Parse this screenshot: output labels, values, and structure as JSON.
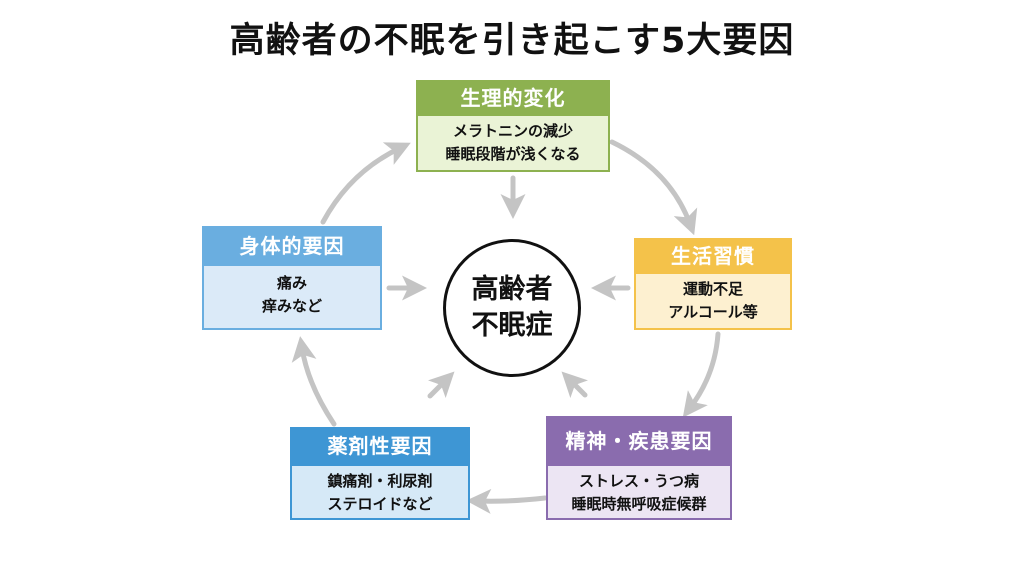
{
  "title": "高齢者の不眠を引き起こす5大要因",
  "center": {
    "lines": [
      "高齢者",
      "不眠症"
    ]
  },
  "factors": [
    {
      "id": "physiological",
      "header": "生理的変化",
      "lines": [
        "メラトニンの減少",
        "睡眠段階が浅くなる"
      ],
      "color": "#8db150"
    },
    {
      "id": "lifestyle",
      "header": "生活習慣",
      "lines": [
        "運動不足",
        "アルコール等"
      ],
      "color": "#f4c24a"
    },
    {
      "id": "mental-disease",
      "header": "精神・疾患要因",
      "lines": [
        "ストレス・うつ病",
        "睡眠時無呼吸症候群"
      ],
      "color": "#8a6cae"
    },
    {
      "id": "drug",
      "header": "薬剤性要因",
      "lines": [
        "鎮痛剤・利尿剤",
        "ステロイドなど"
      ],
      "color": "#3e96d4"
    },
    {
      "id": "bodily",
      "header": "身体的要因",
      "lines": [
        "痛み",
        "痒みなど"
      ],
      "color": "#6aaee0"
    }
  ],
  "arrow_color": "#c4c4c4"
}
